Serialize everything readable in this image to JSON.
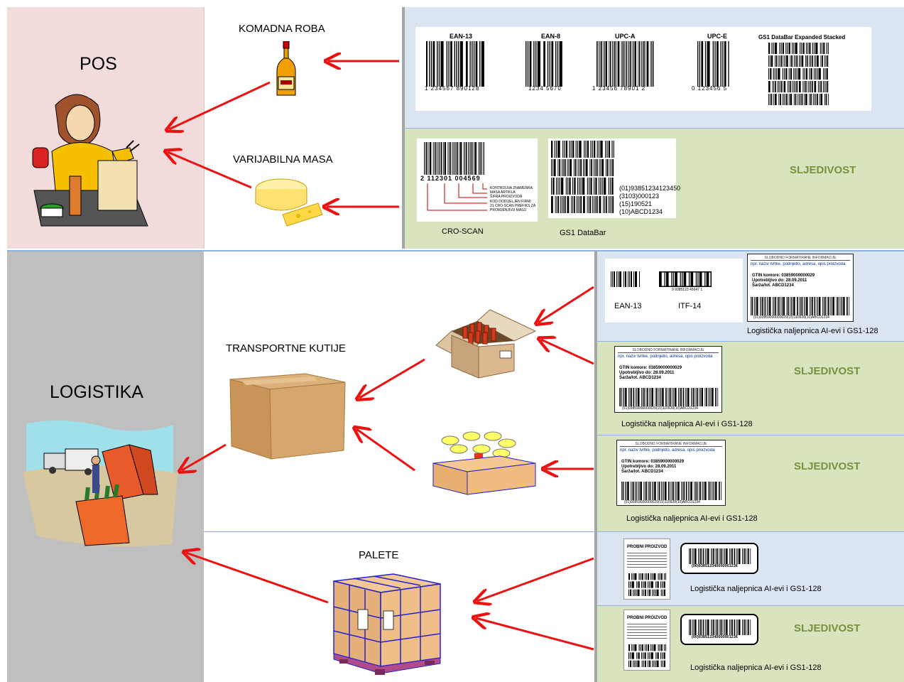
{
  "pos": {
    "title": "POS"
  },
  "logistics": {
    "title": "LOGISTIKA"
  },
  "retail": {
    "komadna_label": "KOMADNA ROBA",
    "varijabilna_label": "VARIJABILNA MASA"
  },
  "barcodes_top": [
    {
      "name": "EAN-13",
      "digits": "1 234567 890128"
    },
    {
      "name": "EAN-8",
      "digits": "1234 5670"
    },
    {
      "name": "UPC-A",
      "digits": "1 23456 78901 2"
    },
    {
      "name": "UPC-E",
      "digits": "0 123456 5"
    },
    {
      "name": "GS1 DataBar Expanded Stacked",
      "digits": ""
    }
  ],
  "croscan": {
    "digits": "2 112301 004569",
    "notes": [
      "KONTROLNA ZNAMENKA",
      "MASA ARTIKLA",
      "ŠIFRA PROIZVODA",
      "KOD DODIJELJEN FIRMI",
      "21 CRO-SCAN PREFIKS ZA PROMJENJIVU MASU"
    ],
    "caption": "CRO-SCAN"
  },
  "databar": {
    "lines": [
      "(01)93851234123450",
      "(3103)000123",
      "(15)190521",
      "(10)ABCD1234"
    ],
    "caption": "GS1 DataBar"
  },
  "sljedivost": "SLJEDIVOST",
  "transport": {
    "label": "TRANSPORTNE KUTIJE"
  },
  "palete": {
    "label": "PALETE"
  },
  "logistic_barcodes": {
    "ean13": "EAN-13",
    "itf14": "ITF-14",
    "itf_digits": "9 9385123 45647 1"
  },
  "logistic_label": {
    "caption": "Logistička naljepnica AI-evi i GS1-128",
    "header": "SLOBODNO FORMATIRANE INFORMACIJE",
    "lead": "npr. naziv tvrtke, podrijetlo, adresa, opis proizvoda",
    "gtin_key": "GTIN komore:",
    "gtin_val": "03859000000029",
    "date_key": "Upotrebljivo do:",
    "date_val": "28.09.2011",
    "lot_key": "Šarža/lot.",
    "lot_val": "ABCD1234",
    "hri": "(01)03859000000029(15)110928(10)ABCD1234"
  },
  "pallet_label": {
    "product": "PROBNI PROIZVOD",
    "sscc": "(00)938512340000001236"
  },
  "colors": {
    "pos_bg": "#f2dcdb",
    "blue_bg": "#dbe5f1",
    "green_bg": "#d7e4bd",
    "gray_bg": "#bfbfbf",
    "arrow": "#ee1111",
    "sljedivost": "#76923c"
  }
}
